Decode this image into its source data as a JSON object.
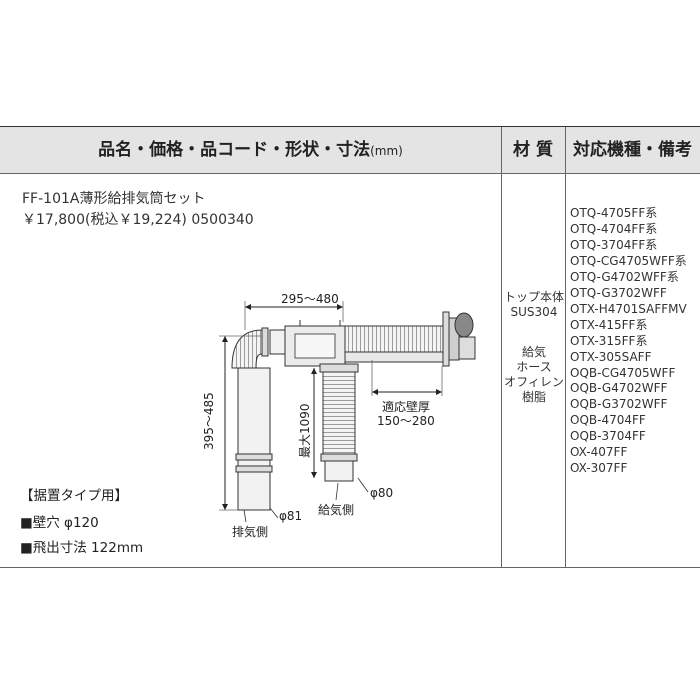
{
  "header": {
    "col1": "品名・価格・品コード・形状・寸法",
    "col1_unit": "(mm)",
    "col2": "材 質",
    "col3": "対応機種・備考"
  },
  "product": {
    "name": "FF-101A薄形給排気筒セット",
    "price_line": "￥17,800(税込￥19,224) 0500340"
  },
  "material": {
    "top_body": [
      "トップ本体",
      "SUS304"
    ],
    "hose": [
      "給気",
      "ホース",
      "オフィレン",
      "樹脂"
    ]
  },
  "models": [
    "OTQ-4705FF系",
    "OTQ-4704FF系",
    "OTQ-3704FF系",
    "OTQ-CG4705WFF系",
    "OTQ-G4702WFF系",
    "OTQ-G3702WFF",
    "OTX-H4701SAFFMV",
    "OTX-415FF系",
    "OTX-315FF系",
    "OTX-305SAFF",
    "OQB-CG4705WFF",
    "OQB-G4702WFF",
    "OQB-G3702WFF",
    "OQB-4704FF",
    "OQB-3704FF",
    "OX-407FF",
    "OX-307FF"
  ],
  "notes": {
    "title": "【据置タイプ用】",
    "wall_hole": "■壁穴  φ120",
    "projection": "■飛出寸法  122mm"
  },
  "diagram": {
    "dim_width": "295～480",
    "dim_height": "395～485",
    "dim_max": "最大1090",
    "wall_thickness_label": "適応壁厚",
    "wall_thickness_range": "150～280",
    "phi80": "φ80",
    "phi81": "φ81",
    "intake_side": "給気側",
    "exhaust_side": "排気側"
  }
}
